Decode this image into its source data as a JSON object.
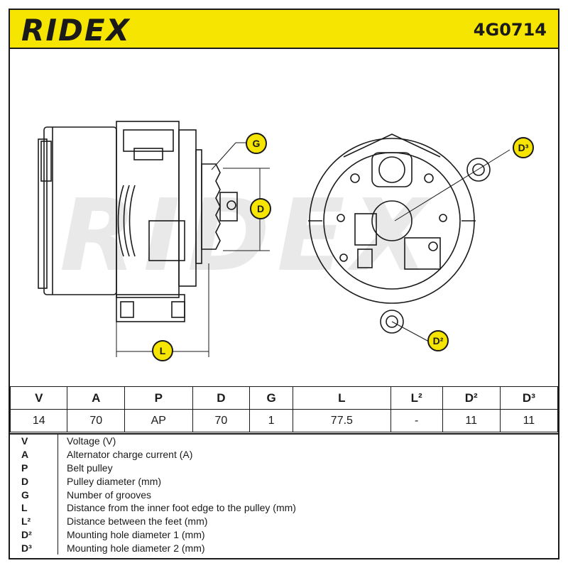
{
  "header": {
    "brand": "RIDEX",
    "part_number": "4G0714"
  },
  "drawing": {
    "watermark": "RIDEX",
    "callouts": {
      "G": "G",
      "D": "D",
      "L": "L",
      "D2": "D²",
      "D3": "D³"
    }
  },
  "spec_table": {
    "headers": [
      "V",
      "A",
      "P",
      "D",
      "G",
      "L",
      "L²",
      "D²",
      "D³"
    ],
    "values": [
      "14",
      "70",
      "AP",
      "70",
      "1",
      "77.5",
      "-",
      "11",
      "11"
    ]
  },
  "legend": [
    {
      "key": "V",
      "desc": "Voltage (V)"
    },
    {
      "key": "A",
      "desc": "Alternator charge current (A)"
    },
    {
      "key": "P",
      "desc": "Belt pulley"
    },
    {
      "key": "D",
      "desc": "Pulley diameter (mm)"
    },
    {
      "key": "G",
      "desc": "Number of grooves"
    },
    {
      "key": "L",
      "desc": "Distance from the inner foot edge to the pulley (mm)"
    },
    {
      "key": "L²",
      "desc": "Distance between the feet (mm)"
    },
    {
      "key": "D²",
      "desc": "Mounting hole diameter 1 (mm)"
    },
    {
      "key": "D³",
      "desc": "Mounting hole diameter 2 (mm)"
    }
  ]
}
